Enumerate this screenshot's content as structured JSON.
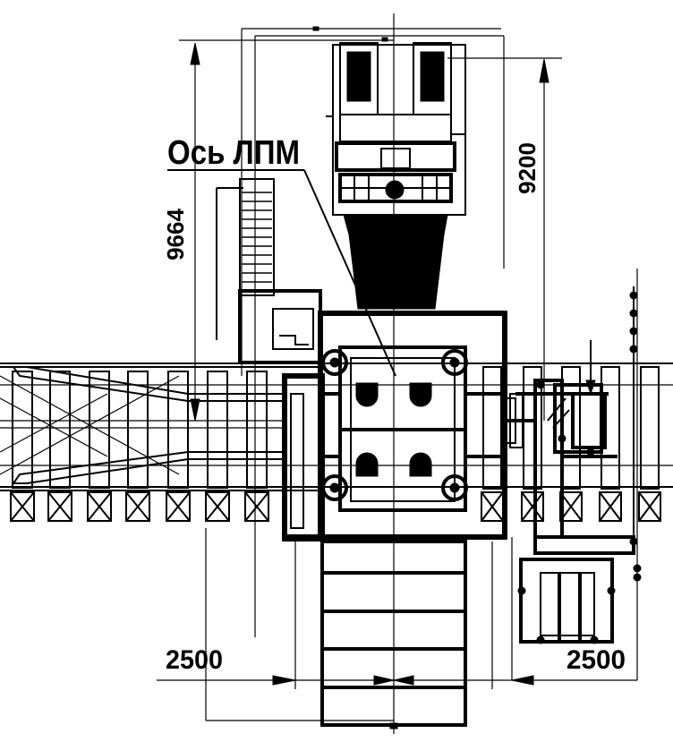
{
  "labels": {
    "axis_label": "Ось ЛПМ",
    "dim_height_left": "9664",
    "dim_height_right": "9200",
    "dim_width_left": "2500",
    "dim_width_right": "2500"
  },
  "colors": {
    "line": "#000000",
    "background": "#ffffff"
  }
}
